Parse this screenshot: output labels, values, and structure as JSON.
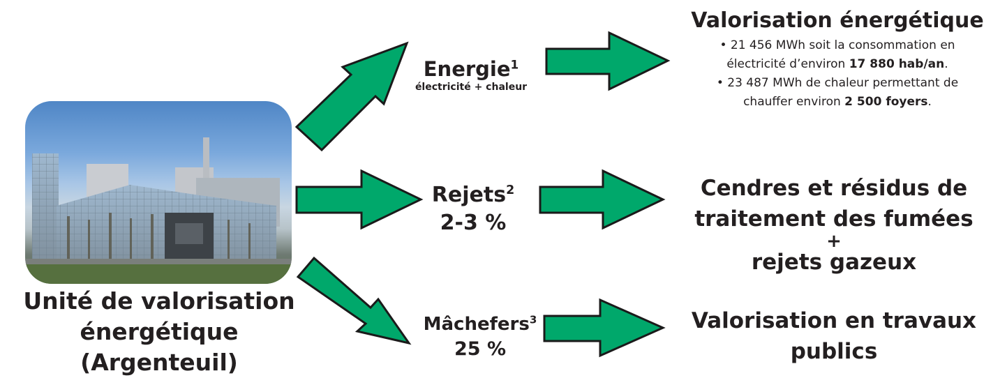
{
  "source": {
    "image_alt": "Photo de l'usine d'incinération d'Argenteuil",
    "label_line1": "Unité de valorisation",
    "label_line2": "énergétique (Argenteuil)"
  },
  "flows": [
    {
      "label": "Energie",
      "footnote": "1",
      "sublabel": "électricité + chaleur",
      "percent": ""
    },
    {
      "label": "Rejets",
      "footnote": "2",
      "sublabel": "",
      "percent": "2-3 %"
    },
    {
      "label": "Mâchefers",
      "footnote": "3",
      "sublabel": "",
      "percent": "25 %"
    }
  ],
  "outcomes": {
    "energy": {
      "title": "Valorisation énergétique",
      "bullets": [
        {
          "text_before": "21 456 MWh soit la consommation en",
          "text_line2": "électricité d’environ ",
          "bold": "17 880 hab/an",
          "after": "."
        },
        {
          "text_before": "23 487 MWh de chaleur permettant de",
          "text_line2": "chauffer environ ",
          "bold": "2 500 foyers",
          "after": "."
        }
      ]
    },
    "rejets": {
      "line1": "Cendres et résidus de",
      "line2": "traitement des fumées",
      "plus": "+",
      "line3": "rejets gazeux"
    },
    "machefers": {
      "line1": "Valorisation en travaux",
      "line2": "publics"
    }
  },
  "colors": {
    "arrow_fill": "#00a86b",
    "arrow_stroke": "#1a1a1a",
    "text": "#231f20"
  }
}
